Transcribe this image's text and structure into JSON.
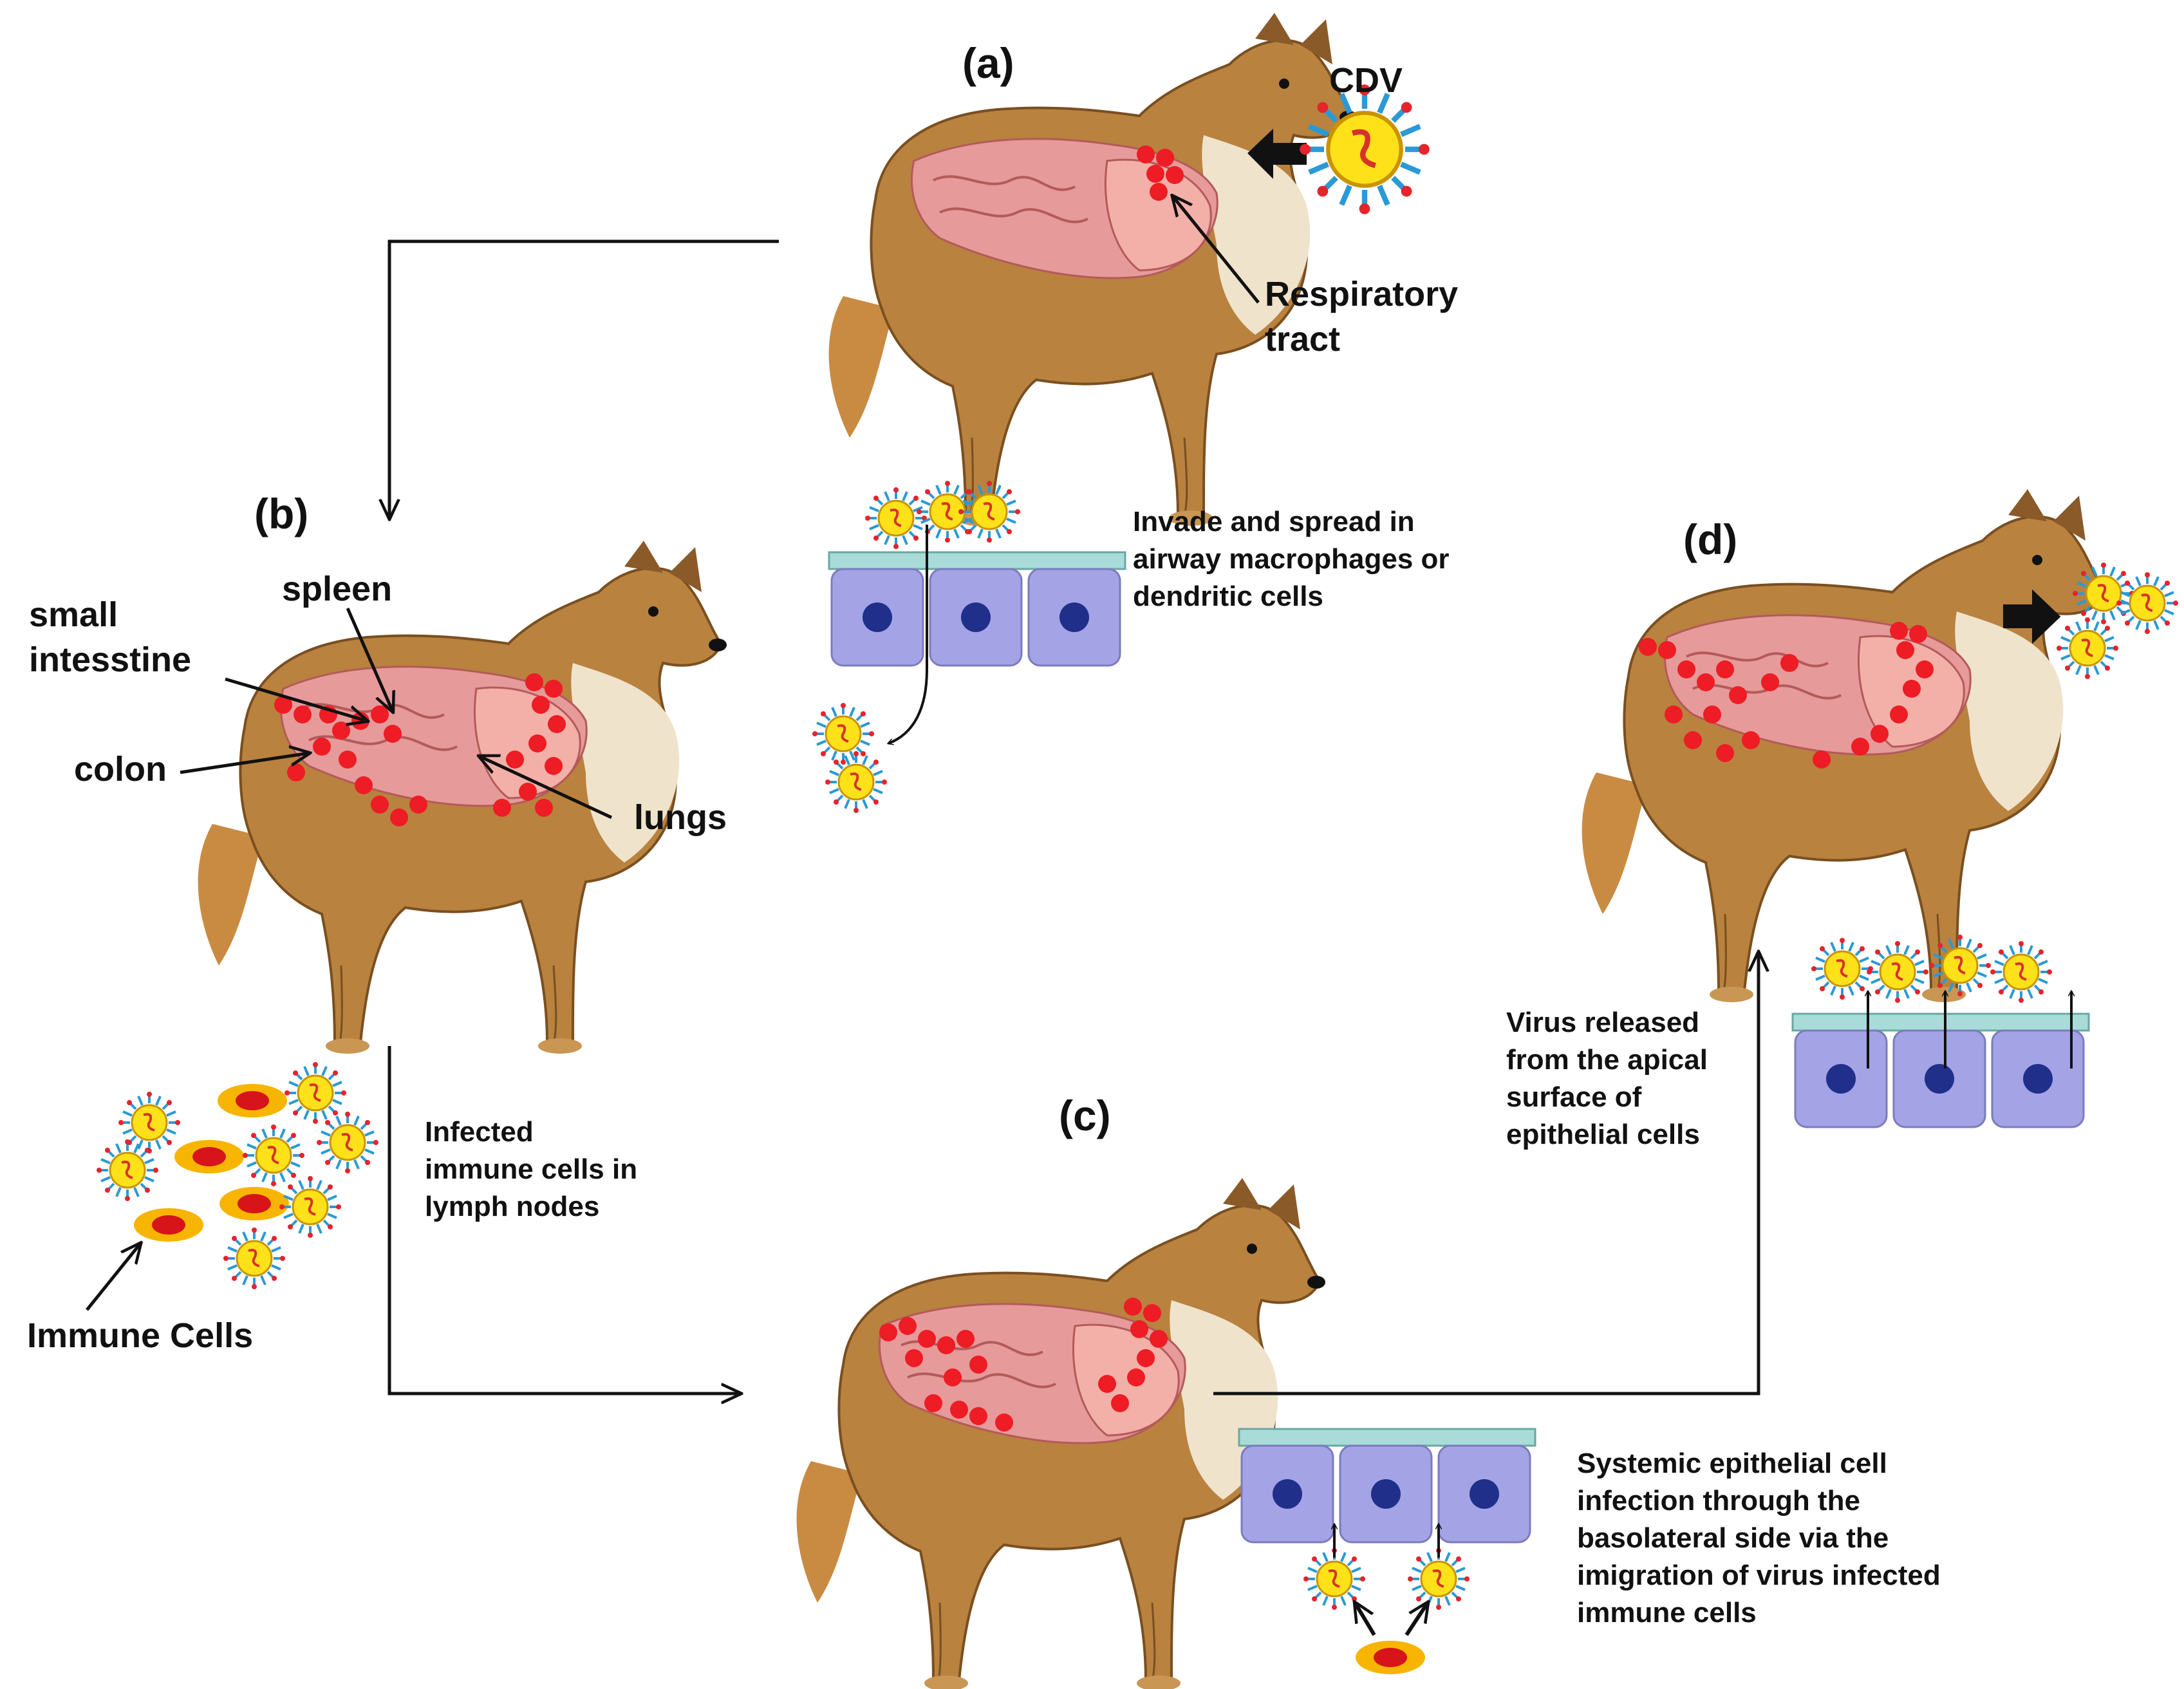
{
  "panels": {
    "a": "(a)",
    "b": "(b)",
    "c": "(c)",
    "d": "(d)"
  },
  "labels": {
    "cdv": "CDV",
    "respiratory_line1": "Respiratory",
    "respiratory_line2": "tract",
    "spleen": "spleen",
    "small_intestine_line1": "small",
    "small_intestine_line2": "intesstine",
    "colon": "colon",
    "lungs": "lungs",
    "immune_cells": "Immune Cells"
  },
  "notes": {
    "invade_line1": "Invade and spread in",
    "invade_line2": "airway macrophages or",
    "invade_line3": "dendritic cells",
    "infected_line1": "Infected",
    "infected_line2": "immune cells in",
    "infected_line3": "lymph nodes",
    "released_line1": "Virus released",
    "released_line2": "from the apical",
    "released_line3": "surface of",
    "released_line4": "epithelial cells",
    "systemic_line1": "Systemic epithelial cell",
    "systemic_line2": "infection through the",
    "systemic_line3": "basolateral side via the",
    "systemic_line4": "imigration of virus infected",
    "systemic_line5": "immune cells"
  },
  "colors": {
    "dog_coat": "#b9823f",
    "dog_white": "#efe3cc",
    "organ_pink": "#e79a9a",
    "infection_red": "#ee1c24",
    "virus_yellow": "#ffe11a",
    "virus_spikes": "#2a9ad6",
    "cell_body": "#a3a3e6",
    "cell_nucleus": "#1f2f8a",
    "membrane": "#a9dcd8",
    "immune_outer": "#f7b500"
  }
}
